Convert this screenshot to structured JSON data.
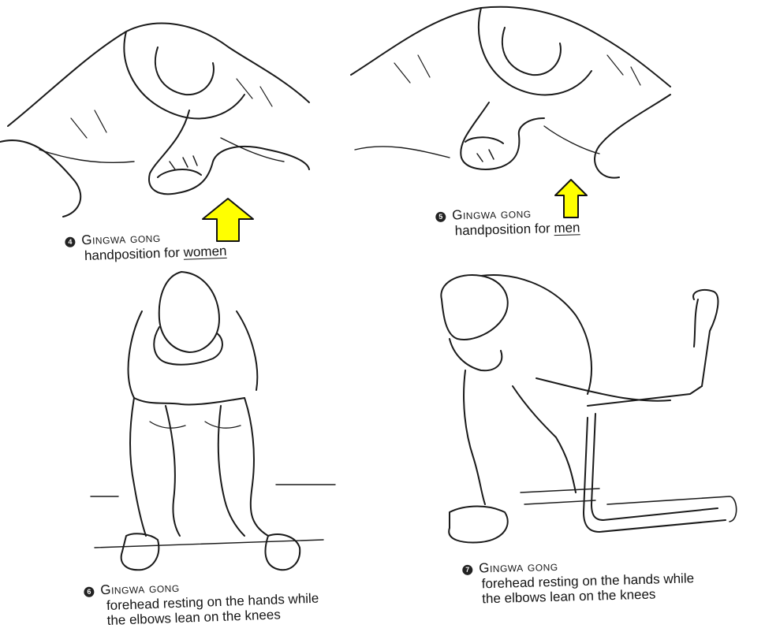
{
  "colors": {
    "arrow_fill": "#ffff00",
    "ink": "#1a1a1a"
  },
  "captions": [
    {
      "num": "4",
      "title": "Gingwa gong",
      "line1": "handposition for ",
      "em": "women"
    },
    {
      "num": "5",
      "title": "Gingwa gong",
      "line1": "handposition for ",
      "em": "men"
    },
    {
      "num": "6",
      "title": "Gingwa gong",
      "line1": "forehead resting on the hands while",
      "line2": "the elbows lean on the knees"
    },
    {
      "num": "7",
      "title": "Gingwa gong",
      "line1": "forehead resting on the hands while",
      "line2": "the elbows lean on the knees"
    }
  ]
}
